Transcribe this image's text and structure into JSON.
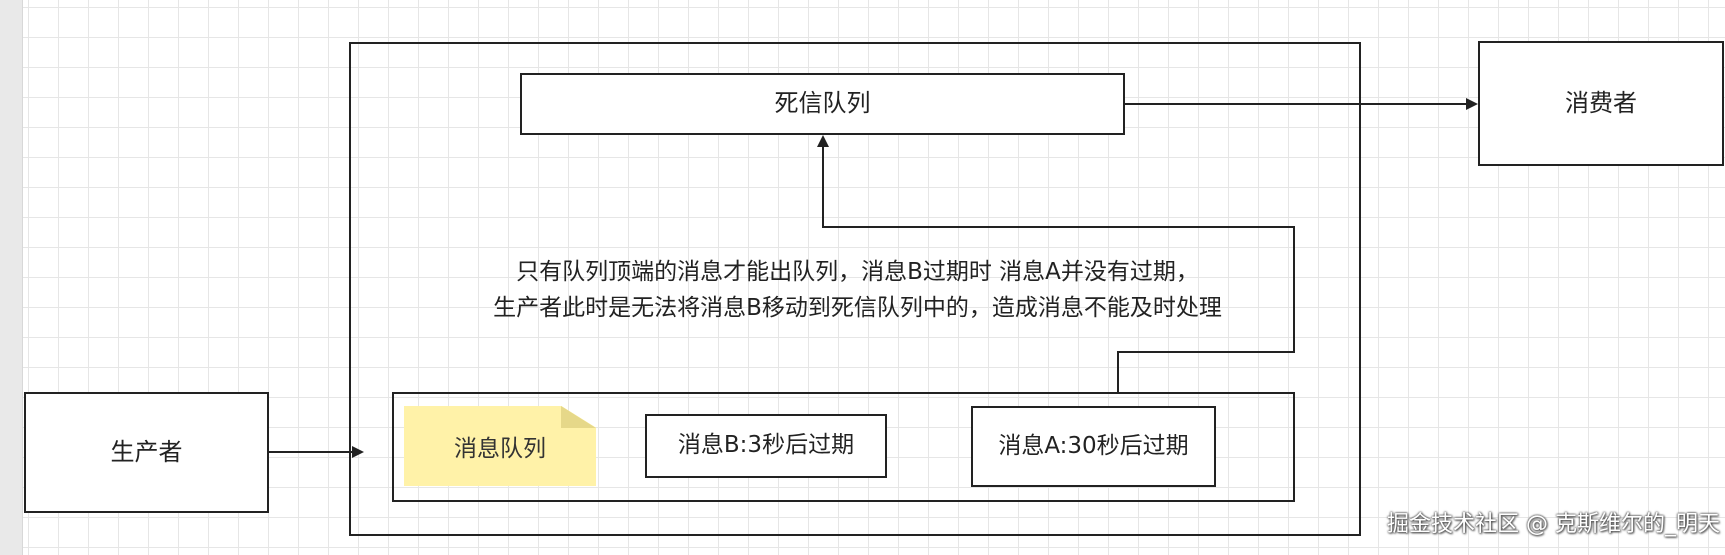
{
  "diagram": {
    "nodes": {
      "dead_letter_queue": "死信队列",
      "consumer": "消费者",
      "producer": "生产者",
      "message_queue": "消息队列",
      "message_b": "消息B:3秒后过期",
      "message_a": "消息A:30秒后过期"
    },
    "caption": {
      "line1": "只有队列顶端的消息才能出队列，消息B过期时 消息A并没有过期，",
      "line2": "生产者此时是无法将消息B移动到死信队列中的，造成消息不能及时处理"
    },
    "edges": [
      {
        "from": "dead_letter_queue",
        "to": "consumer"
      },
      {
        "from": "producer",
        "to": "message_queue_box"
      },
      {
        "from": "message_queue_box",
        "to": "dead_letter_queue"
      }
    ],
    "line_color": "#222222",
    "note_color": "#fff2a8"
  },
  "watermark": "掘金技术社区 @ 克斯维尔的_明天"
}
